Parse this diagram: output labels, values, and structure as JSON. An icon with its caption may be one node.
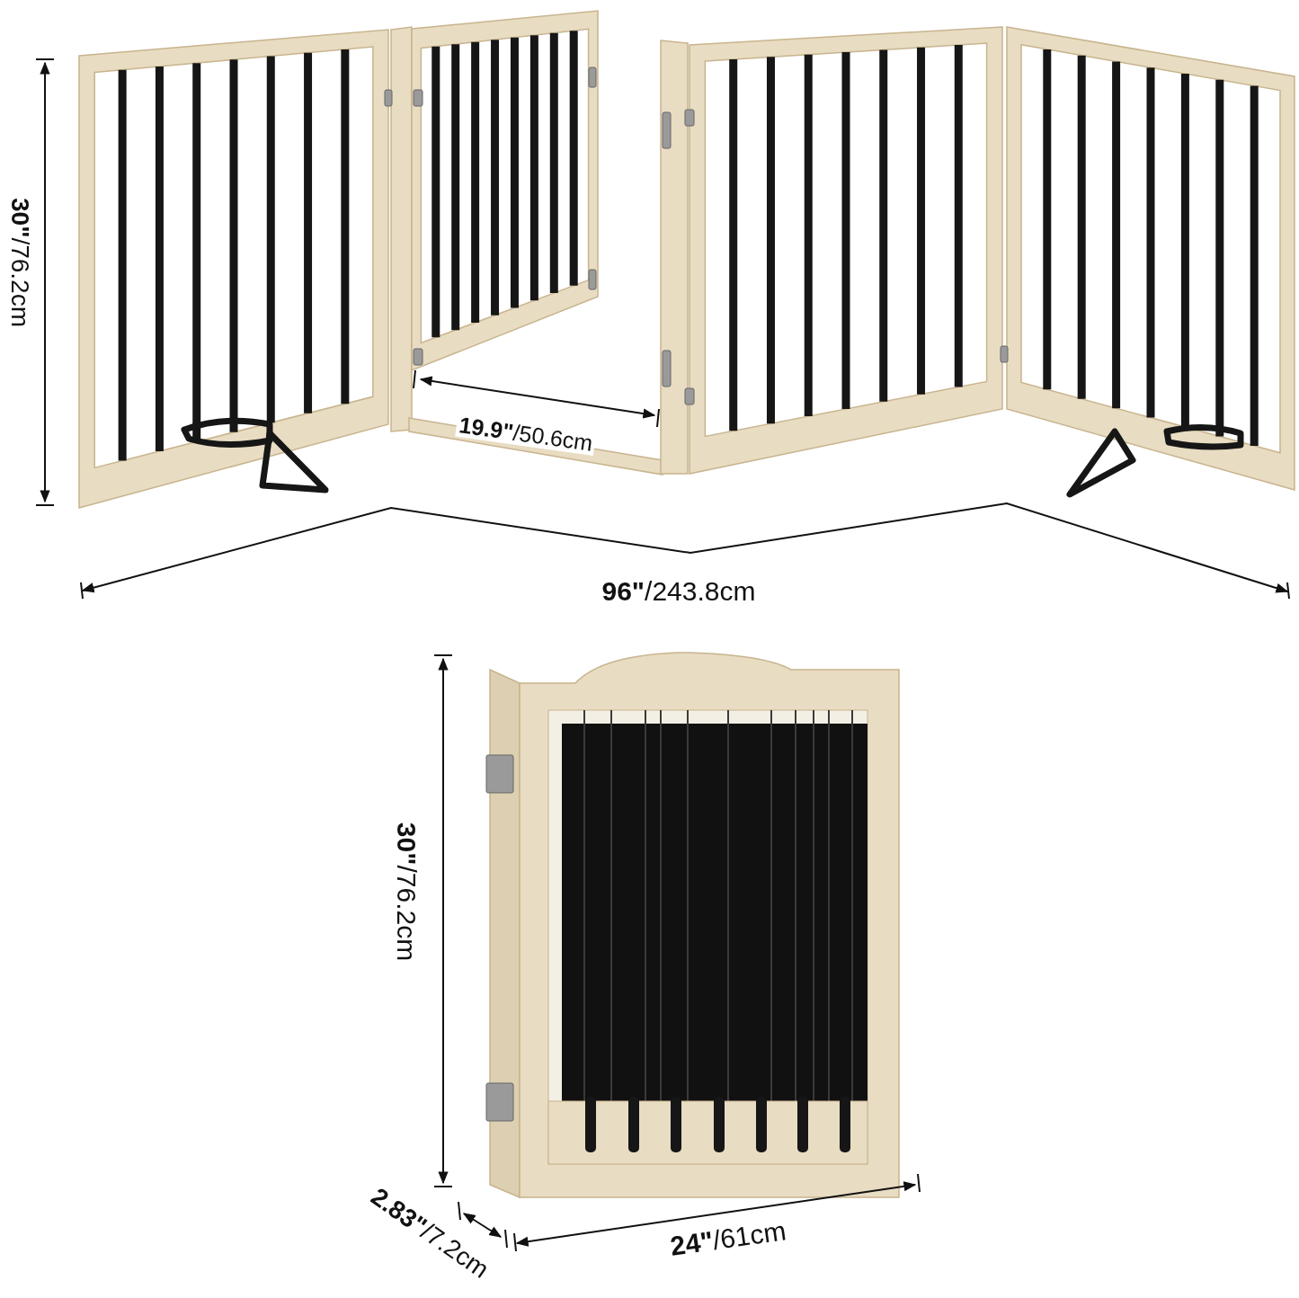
{
  "diagram": {
    "labels": [
      "**30\"**/76.2cm",
      "**19.9\"**/50.6cm",
      "**96\"**/243.8cm",
      "**30\"**/76.2cm",
      "**2.83\"**/7.2cm",
      "**24\"**/61cm"
    ]
  }
}
